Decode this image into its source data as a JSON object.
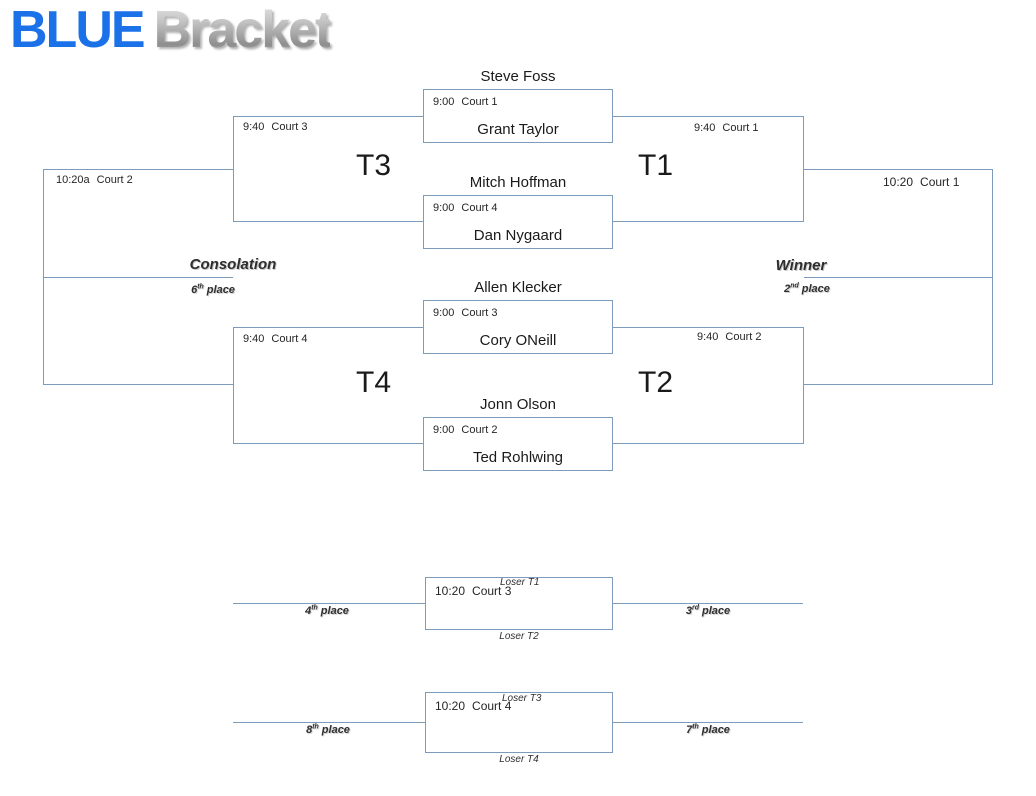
{
  "title": {
    "word1": "BLUE",
    "word2": "Bracket"
  },
  "colors": {
    "accent_blue": "#1B72E8",
    "line_blue": "#7D9CBB"
  },
  "round1_matches": [
    {
      "time": "9:00",
      "court": "Court 1",
      "top_player": "Steve Foss",
      "bottom_player": "Grant Taylor"
    },
    {
      "time": "9:00",
      "court": "Court 4",
      "top_player": "Mitch Hoffman",
      "bottom_player": "Dan Nygaard"
    },
    {
      "time": "9:00",
      "court": "Court 3",
      "top_player": "Allen Klecker",
      "bottom_player": "Cory ONeill"
    },
    {
      "time": "9:00",
      "court": "Court 2",
      "top_player": "Jonn Olson",
      "bottom_player": "Ted Rohlwing"
    }
  ],
  "round2_matches": [
    {
      "label": "T3",
      "time": "9:40",
      "court": "Court 3"
    },
    {
      "label": "T1",
      "time": "9:40",
      "court": "Court 1"
    },
    {
      "label": "T4",
      "time": "9:40",
      "court": "Court 4"
    },
    {
      "label": "T2",
      "time": "9:40",
      "court": "Court 2"
    }
  ],
  "finals": {
    "consolation": {
      "time": "10:20a",
      "court": "Court 2",
      "heading": "Consolation",
      "place_num": "6",
      "place_suffix": "th",
      "place_word": "place"
    },
    "championship": {
      "time": "10:20",
      "court": "Court 1",
      "heading": "Winner",
      "place_num": "2",
      "place_suffix": "nd",
      "place_word": "place"
    }
  },
  "placement_matches": [
    {
      "time": "10:20",
      "court": "Court 3",
      "top_seed": "Loser T1",
      "bottom_seed": "Loser T2",
      "left_place_num": "4",
      "left_place_suffix": "th",
      "right_place_num": "3",
      "right_place_suffix": "rd",
      "place_word": "place"
    },
    {
      "time": "10:20",
      "court": "Court 4",
      "top_seed": "Loser T3",
      "bottom_seed": "Loser T4",
      "left_place_num": "8",
      "left_place_suffix": "th",
      "right_place_num": "7",
      "right_place_suffix": "th",
      "place_word": "place"
    }
  ]
}
